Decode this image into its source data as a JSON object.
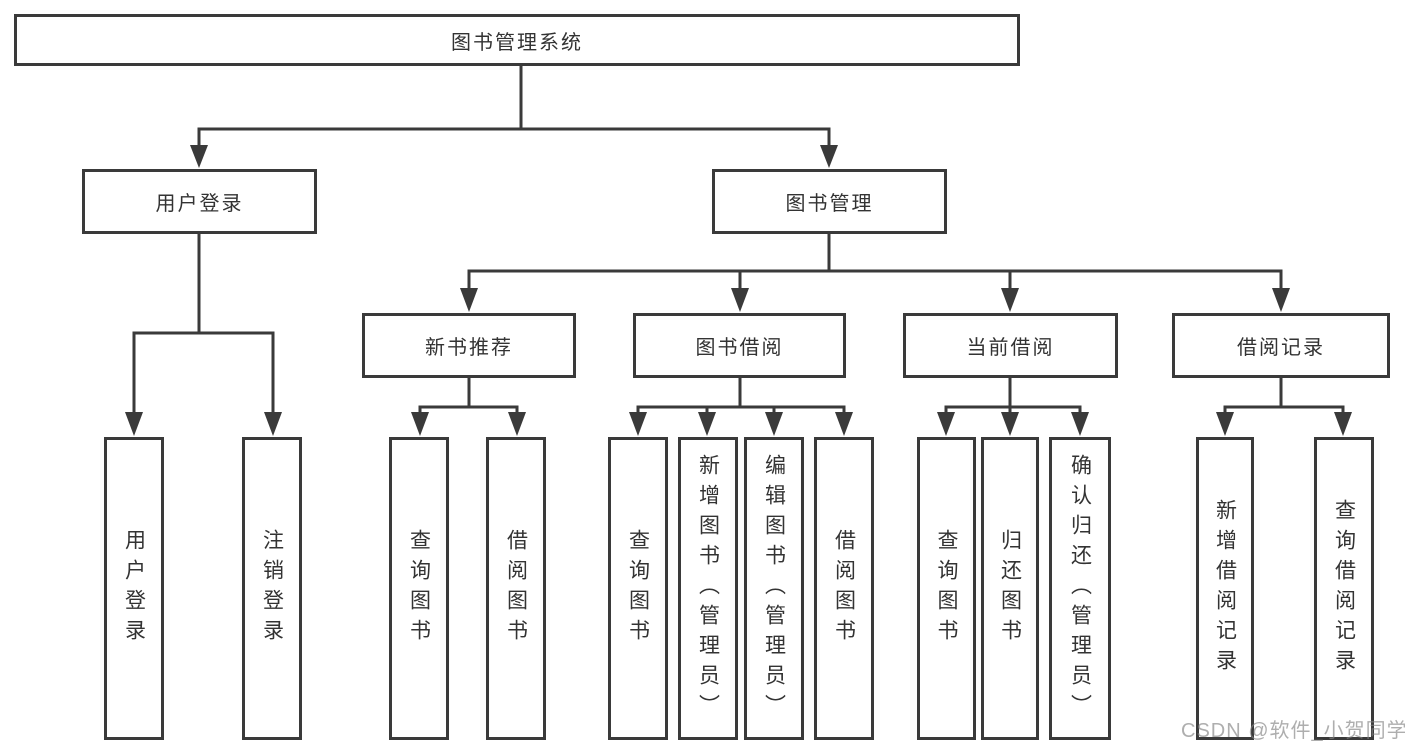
{
  "tree": {
    "root": {
      "label": "图书管理系统",
      "children": [
        {
          "label": "用户登录",
          "children": [
            {
              "label": "用户登录"
            },
            {
              "label": "注销登录"
            }
          ]
        },
        {
          "label": "图书管理",
          "children": [
            {
              "label": "新书推荐",
              "children": [
                {
                  "label": "查询图书"
                },
                {
                  "label": "借阅图书"
                }
              ]
            },
            {
              "label": "图书借阅",
              "children": [
                {
                  "label": "查询图书"
                },
                {
                  "label": "新增图书（管理员）"
                },
                {
                  "label": "编辑图书（管理员）"
                },
                {
                  "label": "借阅图书"
                }
              ]
            },
            {
              "label": "当前借阅",
              "children": [
                {
                  "label": "查询图书"
                },
                {
                  "label": "归还图书"
                },
                {
                  "label": "确认归还（管理员）"
                }
              ]
            },
            {
              "label": "借阅记录",
              "children": [
                {
                  "label": "新增借阅记录"
                },
                {
                  "label": "查询借阅记录"
                }
              ]
            }
          ]
        }
      ]
    }
  },
  "watermark": {
    "text": "CSDN @软件_小贺同学",
    "color": "#828282"
  },
  "colors": {
    "line": "#3a3a3a",
    "box_border": "#3a3a3a",
    "box_bg": "#ffffff",
    "text": "#333333"
  }
}
